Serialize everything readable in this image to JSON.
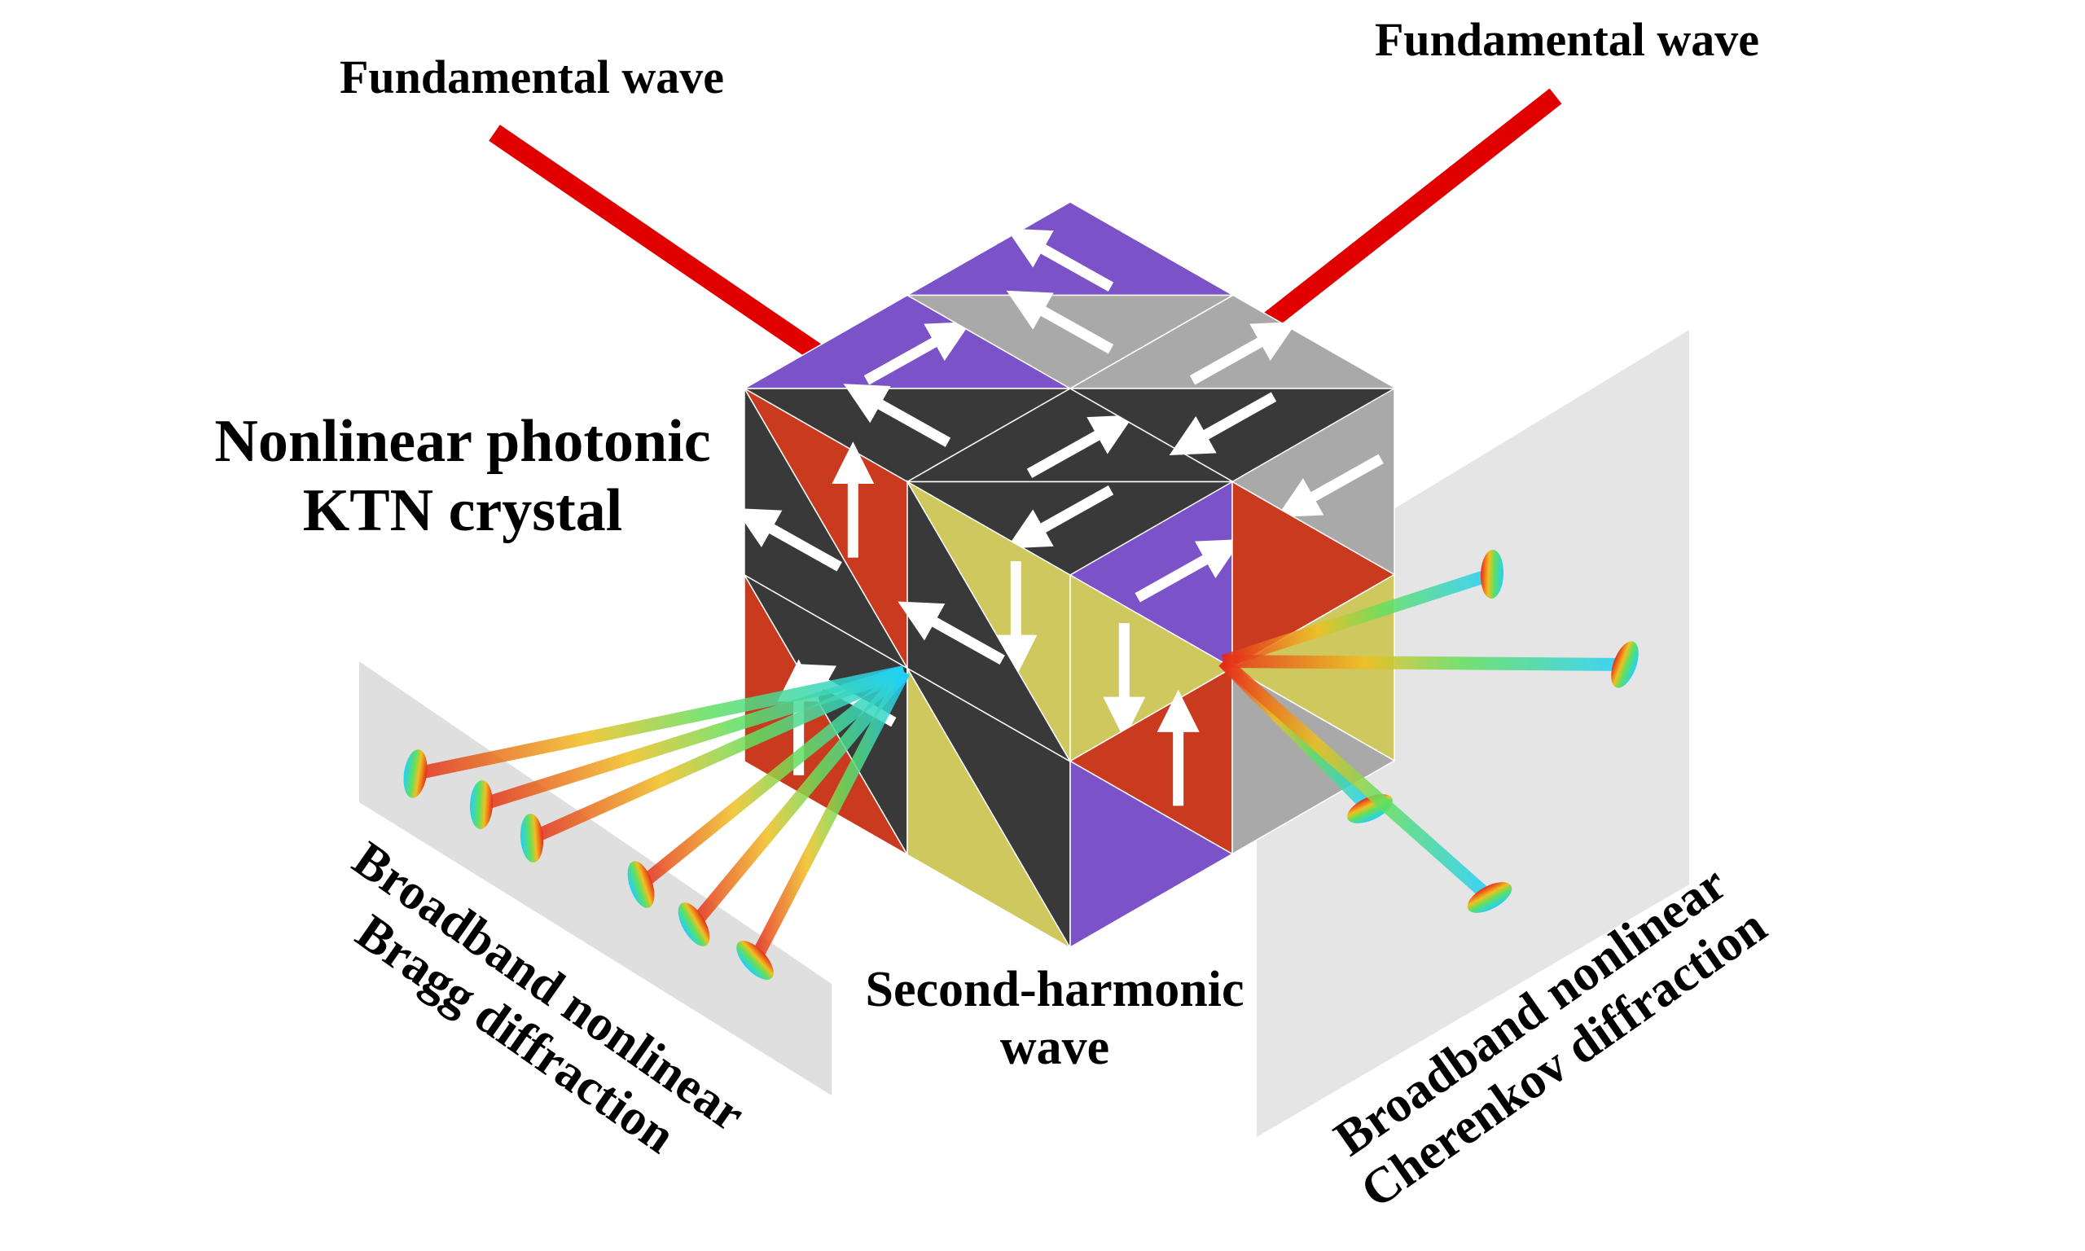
{
  "labels": {
    "fundamental_left": "Fundamental wave",
    "fundamental_right": "Fundamental wave",
    "crystal": [
      "Nonlinear photonic",
      "KTN crystal"
    ],
    "second_harmonic": [
      "Second-harmonic",
      "wave"
    ],
    "bragg": [
      "Broadband nonlinear",
      "Bragg diffraction"
    ],
    "cherenkov": [
      "Broadband nonlinear",
      "Cherenkov diffraction"
    ]
  },
  "colors": {
    "beam": "#e00000",
    "purple": "#7b52c8",
    "dark": "#393939",
    "grey": "#a9a9a9",
    "red": "#c93a1f",
    "yellow": "#cfc85e",
    "screen": "#dcdcdc"
  }
}
